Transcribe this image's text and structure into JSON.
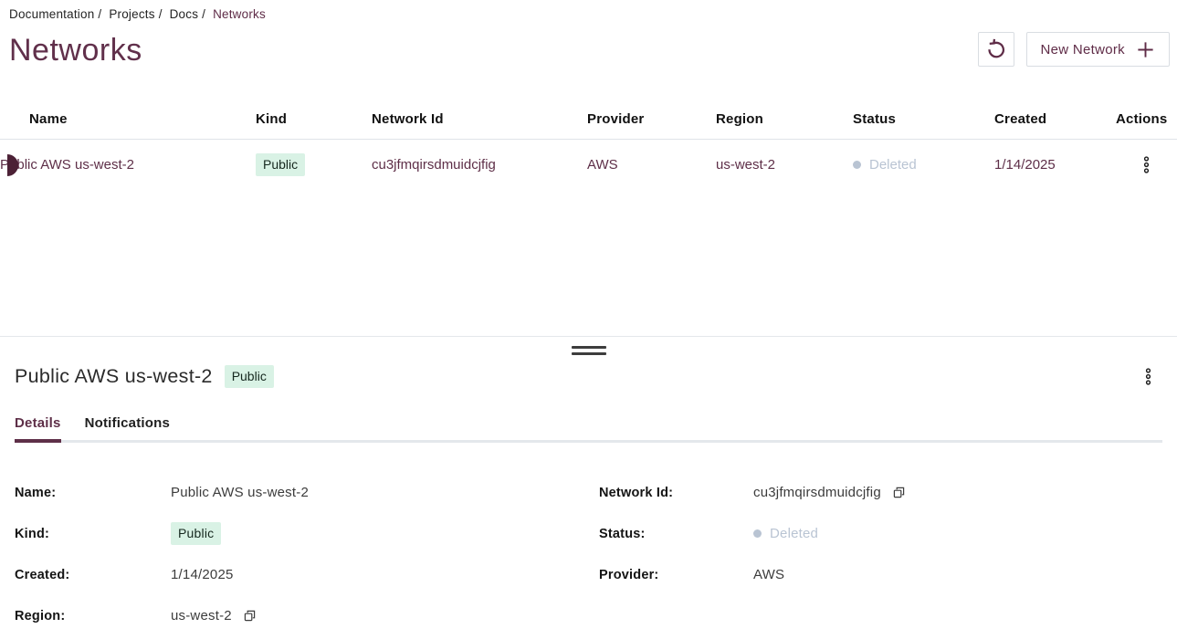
{
  "colors": {
    "accent_maroon": "#5e2f48",
    "marker_maroon": "#4c2136",
    "badge_bg": "#d9f2e5",
    "badge_text": "#16281f",
    "status_deleted": "#b9c4d3",
    "divider": "#dfe3e8"
  },
  "breadcrumb": {
    "separator": "/",
    "items": [
      "Documentation",
      "Projects",
      "Docs"
    ],
    "current": "Networks"
  },
  "header": {
    "title": "Networks",
    "refresh_icon": "refresh-counterclockwise",
    "new_network_label": "New Network",
    "plus_icon": "plus"
  },
  "table": {
    "columns": [
      "Name",
      "Kind",
      "Network Id",
      "Provider",
      "Region",
      "Status",
      "Created",
      "Actions"
    ],
    "rows": [
      {
        "name": "Public AWS us-west-2",
        "kind": "Public",
        "network_id": "cu3jfmqirsdmuidcjfig",
        "provider": "AWS",
        "region": "us-west-2",
        "status": "Deleted",
        "created": "1/14/2025",
        "selected": true
      }
    ]
  },
  "drawer": {
    "title": "Public AWS us-west-2",
    "kind_badge": "Public",
    "tabs": [
      {
        "label": "Details",
        "active": true
      },
      {
        "label": "Notifications",
        "active": false
      }
    ],
    "details": {
      "left": [
        {
          "label": "Name:",
          "value": "Public AWS us-west-2"
        },
        {
          "label": "Kind:",
          "value": "Public"
        },
        {
          "label": "Created:",
          "value": "1/14/2025"
        },
        {
          "label": "Region:",
          "value": "us-west-2"
        }
      ],
      "right": [
        {
          "label": "Network Id:",
          "value": "cu3jfmqirsdmuidcjfig"
        },
        {
          "label": "Status:",
          "value": "Deleted"
        },
        {
          "label": "Provider:",
          "value": "AWS"
        }
      ]
    }
  }
}
